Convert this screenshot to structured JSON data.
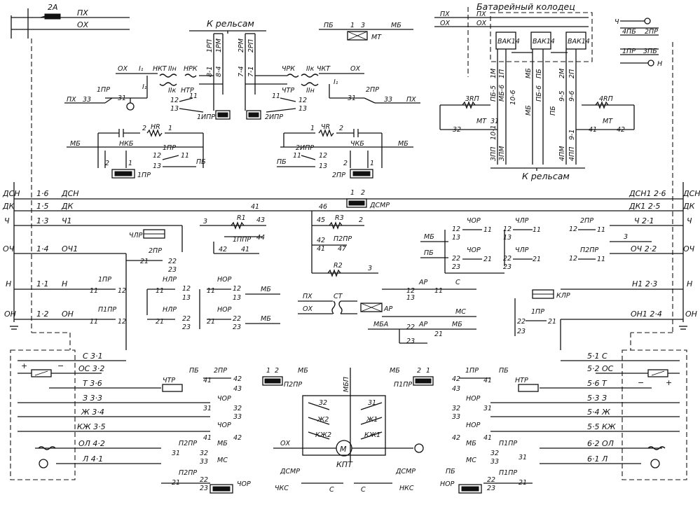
{
  "top": {
    "fuse": "2А",
    "px": "ПХ",
    "ox": "ОХ",
    "to_rails_left": "К рельсам",
    "rp_left": [
      "1РП",
      "1РМ"
    ],
    "rp_right": [
      "2РМ",
      "2РП"
    ],
    "pair_left": [
      "8-1",
      "8-4"
    ],
    "pair_right": [
      "7-4",
      "7-1"
    ],
    "mt_group": {
      "pb": "ПБ",
      "n1": "1",
      "n3": "3",
      "mb": "МБ",
      "mt": "МТ"
    }
  },
  "left_track": {
    "ox": "ОХ",
    "i1": "I₁",
    "nkt": "НКТ",
    "iin": "IIн",
    "iik": "IIк",
    "nrk": "НРК",
    "ntr": "НТР",
    "i1b": "I₁",
    "pr1": "1ПР",
    "n31": "31",
    "px": "ПХ",
    "n33": "33",
    "n11": "11",
    "n12": "12",
    "n13": "13",
    "nips": "1ИПР"
  },
  "right_track": {
    "chrk": "ЧРК",
    "chkt": "ЧКТ",
    "ox": "ОХ",
    "chtr": "ЧТР",
    "iik": "IIк",
    "iin": "IIн",
    "i1": "I₁",
    "n11": "11",
    "n12": "12",
    "n13": "13",
    "pr2": "2ПР",
    "n31": "31",
    "n33": "33",
    "px": "ПХ",
    "nips": "2ИПР"
  },
  "left_rc": {
    "mb": "МБ",
    "nkb": "НКБ",
    "nr": "НR",
    "n2": "2",
    "n1": "1",
    "pr1": "1ПР",
    "n12": "12",
    "n13": "13",
    "n11": "11",
    "pb": "ПБ",
    "n2b": "2",
    "n1b": "1",
    "pr1b": "1ПР"
  },
  "right_rc": {
    "mb": "МБ",
    "chkb": "ЧКБ",
    "chr": "ЧR",
    "n1": "1",
    "n2": "2",
    "ips": "2ИПР",
    "n11": "11",
    "n12": "12",
    "n13": "13",
    "pb": "ПБ",
    "n2b": "2",
    "n1b": "1",
    "pr2": "2ПР"
  },
  "battery": {
    "title": "Батарейный колодец",
    "px": "ПХ",
    "ox": "ОХ",
    "vak": [
      "ВАК14",
      "ВАК14",
      "ВАК14"
    ],
    "vert": [
      "1М",
      "1П",
      "МБ",
      "ПБ",
      "2М",
      "2П",
      "МБ-6",
      "ПБ-5",
      "ПБ-6",
      "9-5",
      "9-6"
    ],
    "vert_lower": [
      "МБ",
      "ПБ",
      "9-6"
    ],
    "bot": [
      "3ПП",
      "3ПМ",
      "4ПМ",
      "4ПП"
    ],
    "mid": [
      "10-6",
      "10-1",
      "9-1"
    ],
    "rp3": "3RП",
    "rp4": "4RП",
    "mt": "МТ",
    "n32": "32",
    "n41": "41",
    "n31": "31",
    "n42": "42",
    "to_rails": "К рельсам"
  },
  "legend": {
    "ch": "Ч",
    "n": "Н",
    "npb": "4ПБ",
    "pr2": "2ПР",
    "pr1": "1ПР",
    "pb3": "3ПБ"
  },
  "buses": {
    "dsn": "ДСН",
    "dk": "ДК",
    "ch": "Ч",
    "och": "ОЧ",
    "n": "Н",
    "on": "ОН",
    "l_num": [
      "1·6",
      "1·5",
      "1·3",
      "1·4",
      "1·1",
      "1·2"
    ],
    "l_name": [
      "ДСН",
      "ДК",
      "Ч1",
      "ОЧ1",
      "Н",
      "ОН"
    ],
    "r_name": [
      "ДСН1 2·6",
      "ДК1 2·5",
      "Ч 2·1",
      "ОЧ 2·2",
      "Н1 2·3",
      "ОН1 2·4"
    ]
  },
  "center": {
    "dsmr": "ДСМР",
    "n1": "1",
    "n2": "2",
    "n46": "46",
    "r1": "R1",
    "r3": "R3",
    "r2": "R2",
    "n41": "41",
    "n43": "43",
    "n44": "44",
    "n45": "45",
    "n42": "42",
    "n47": "47",
    "n3": "3",
    "ppr1": "1ППР",
    "ppr2": "П2ПР",
    "chlr": "ЧЛР",
    "pr2": "2ПР",
    "n21": "21",
    "n22": "22",
    "n23": "23",
    "st": "СТ",
    "px": "ПХ",
    "ox": "ОХ",
    "ar": "АР",
    "c": "С",
    "mc": "МС",
    "mba": "МБА",
    "mb": "МБ"
  },
  "left_relays": {
    "pr1": "1ПР",
    "ppr1": "П1ПР",
    "nlr": "НЛР",
    "nor": "НОР",
    "n11": "11",
    "n12": "12",
    "n13": "13",
    "n21": "21",
    "n22": "22",
    "n23": "23",
    "mb": "МБ"
  },
  "right_relays": {
    "chor": "ЧОР",
    "chlr": "ЧЛР",
    "pr2": "2ПР",
    "ppr2": "П2ПР",
    "mb": "МБ",
    "pb": "ПБ",
    "n3": "3",
    "ar": "АР",
    "c": "С",
    "klr": "КЛР",
    "pr1": "1ПР",
    "n11": "11",
    "n12": "12",
    "n13": "13",
    "n21": "21",
    "n22": "22",
    "n23": "23"
  },
  "bottom": {
    "l_rows": [
      "С 3·1",
      "ОС 3·2",
      "Т 3·6",
      "З 3·3",
      "Ж 3·4",
      "КЖ 3·5",
      "ОЛ 4·2",
      "Л 4·1"
    ],
    "r_rows": [
      "5·1 С",
      "5·2 ОС",
      "5·6 Т",
      "5·3 З",
      "5·4 Ж",
      "5·5 КЖ",
      "6·2 ОЛ",
      "6·1 Л"
    ],
    "chtr": "ЧТР",
    "pb": "ПБ",
    "pr2": "2ПР",
    "ppr2": "П2ПР",
    "mb": "МБ",
    "chor": "ЧОР",
    "ntr": "НТР",
    "pr1": "1ПР",
    "ppr1": "П1ПР",
    "nor": "НОР",
    "mc": "МС",
    "mbp": "МБП",
    "kpt": "КПТ",
    "ox": "ОХ",
    "m": "М",
    "sw": [
      "32",
      "31",
      "Ж2",
      "Ж1",
      "КЖ2",
      "КЖ1"
    ],
    "dsmr": "ДСМР",
    "nks": "НКС",
    "chks": "ЧКС",
    "c": "С",
    "n": [
      "11",
      "12",
      "13",
      "21",
      "22",
      "23",
      "31",
      "32",
      "33",
      "41",
      "42",
      "43",
      "1",
      "2"
    ]
  }
}
